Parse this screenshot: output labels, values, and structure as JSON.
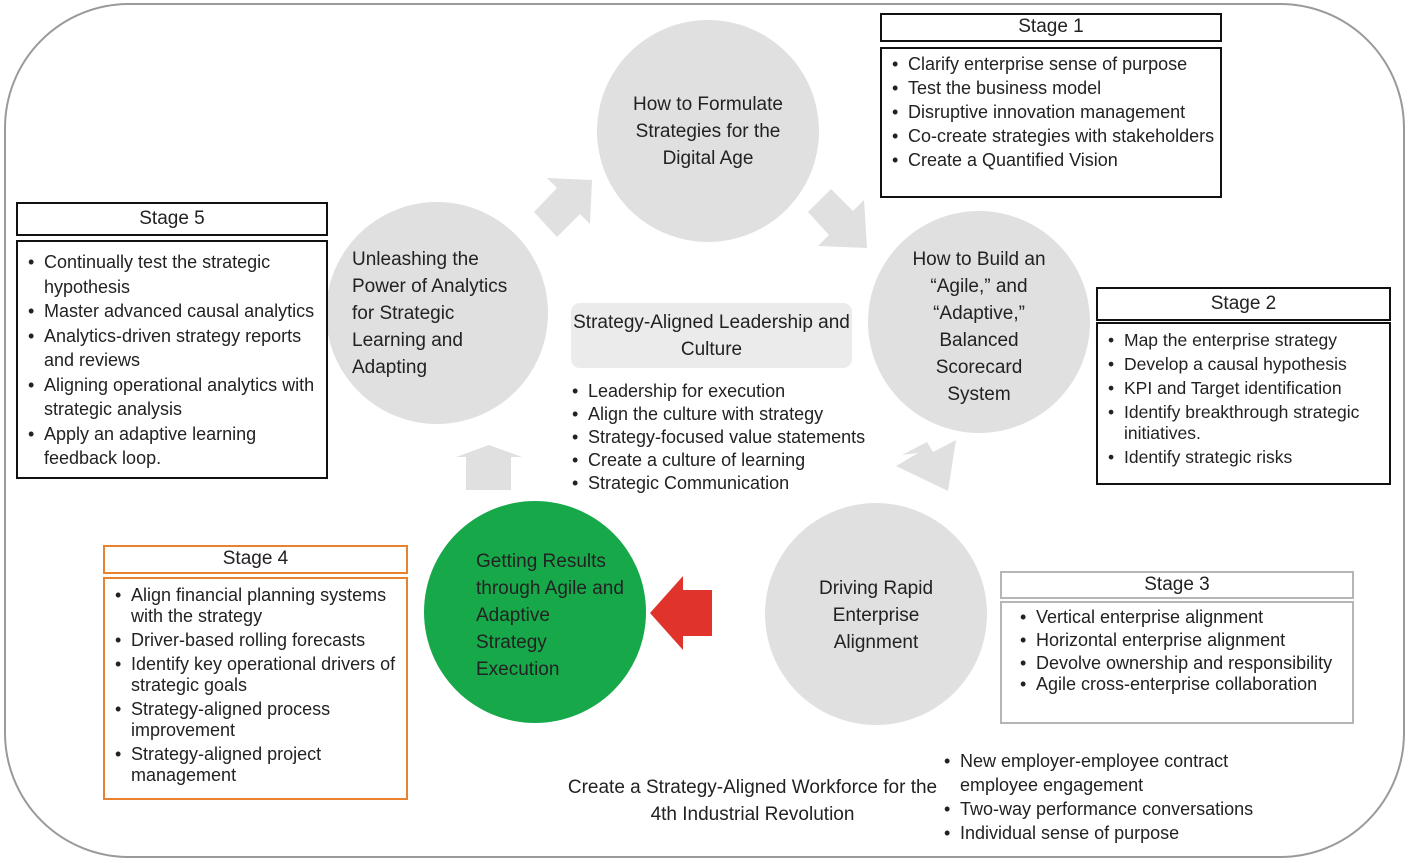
{
  "colors": {
    "circle_gray": "#e0e0e0",
    "arrow_gray": "#e0e0e0",
    "green": "#17a84a",
    "red_arrow": "#e0332b",
    "stage4_border": "#e8822e",
    "stage3_border": "#b5b5b5",
    "frame": "#9a9a9a"
  },
  "circles": {
    "formulate": "How to Formulate Strategies for the Digital Age",
    "build": "How to Build an “Agile,” and “Adaptive,” Balanced Scorecard System",
    "align": "Driving Rapid Enterprise Alignment",
    "execute": "Getting Results through Agile and Adaptive Strategy Execution",
    "analytics": "Unleashing the Power of Analytics for Strategic Learning and Adapting"
  },
  "stages": {
    "stage1": {
      "title": "Stage 1",
      "items": [
        "Clarify enterprise sense of purpose",
        "Test the business model",
        "Disruptive innovation management",
        "Co-create strategies with stakeholders",
        "Create a Quantified Vision"
      ]
    },
    "stage2": {
      "title": "Stage 2",
      "items": [
        "Map the  enterprise strategy",
        "Develop a causal hypothesis",
        "KPI and Target identification",
        "Identify breakthrough strategic initiatives.",
        "Identify strategic risks"
      ]
    },
    "stage3": {
      "title": "Stage 3",
      "items": [
        "Vertical enterprise alignment",
        "Horizontal enterprise alignment",
        "Devolve ownership and responsibility",
        "Agile  cross-enterprise collaboration"
      ]
    },
    "stage4": {
      "title": "Stage 4",
      "items": [
        "Align financial planning systems with the strategy",
        "Driver-based rolling forecasts",
        "Identify key operational drivers of strategic goals",
        "Strategy-aligned process improvement",
        "Strategy-aligned project management"
      ]
    },
    "stage5": {
      "title": "Stage 5",
      "items": [
        "Continually test the strategic hypothesis",
        "Master advanced causal analytics",
        "Analytics-driven strategy reports and reviews",
        "Aligning  operational analytics with strategic analysis",
        "Apply an adaptive learning feedback loop."
      ]
    }
  },
  "center": {
    "title": "Strategy-Aligned Leadership and Culture",
    "items": [
      "Leadership for execution",
      "Align the culture with strategy",
      "Strategy-focused value statements",
      "Create a culture of learning",
      "Strategic Communication"
    ]
  },
  "workforce": {
    "title": "Create a Strategy-Aligned Workforce for the 4th Industrial Revolution",
    "items": [
      "New employer-employee contract employee engagement",
      "Two-way performance conversations",
      "Individual sense of purpose"
    ]
  }
}
